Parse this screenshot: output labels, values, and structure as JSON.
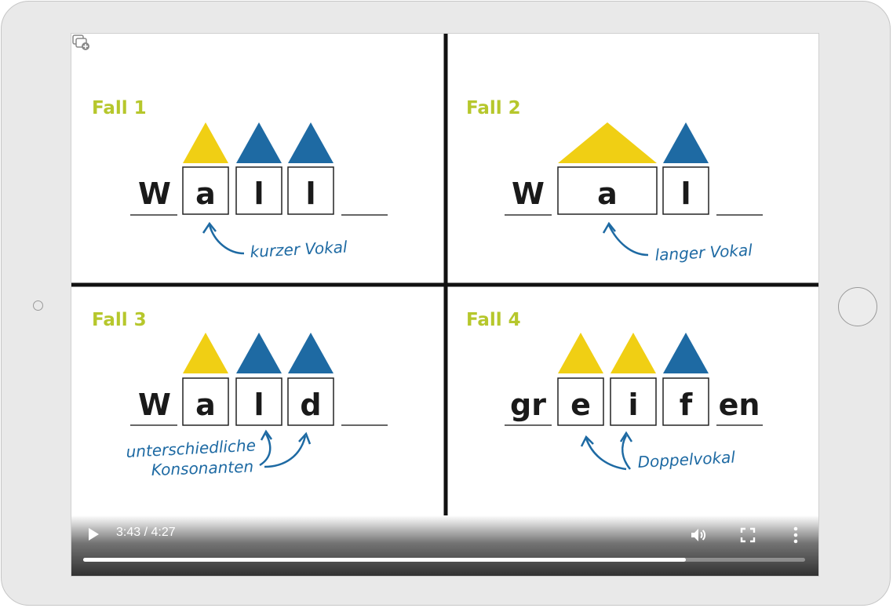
{
  "player": {
    "current_time": "3:43",
    "separator": " / ",
    "duration": "4:27",
    "progress": 0.835
  },
  "colors": {
    "yellow": "#f0cf14",
    "blue": "#1e6aa3",
    "label_green": "#b6c72c"
  },
  "icons": {
    "play": "play-icon",
    "volume": "volume-icon",
    "fullscreen": "fullscreen-icon",
    "more": "more-vert-icon",
    "cast": "picture-in-picture-icon"
  },
  "panels": [
    {
      "label": "Fall 1",
      "letters": [
        "W",
        "a",
        "l",
        "l"
      ],
      "note": "kurzer Vokal"
    },
    {
      "label": "Fall 2",
      "letters": [
        "W",
        "a",
        "l"
      ],
      "note": "langer Vokal"
    },
    {
      "label": "Fall 3",
      "letters": [
        "W",
        "a",
        "l",
        "d"
      ],
      "note": [
        "unterschiedliche",
        "Konsonanten"
      ]
    },
    {
      "label": "Fall 4",
      "letters": [
        "gr",
        "e",
        "i",
        "f",
        "en"
      ],
      "note": "Doppelvokal"
    }
  ]
}
